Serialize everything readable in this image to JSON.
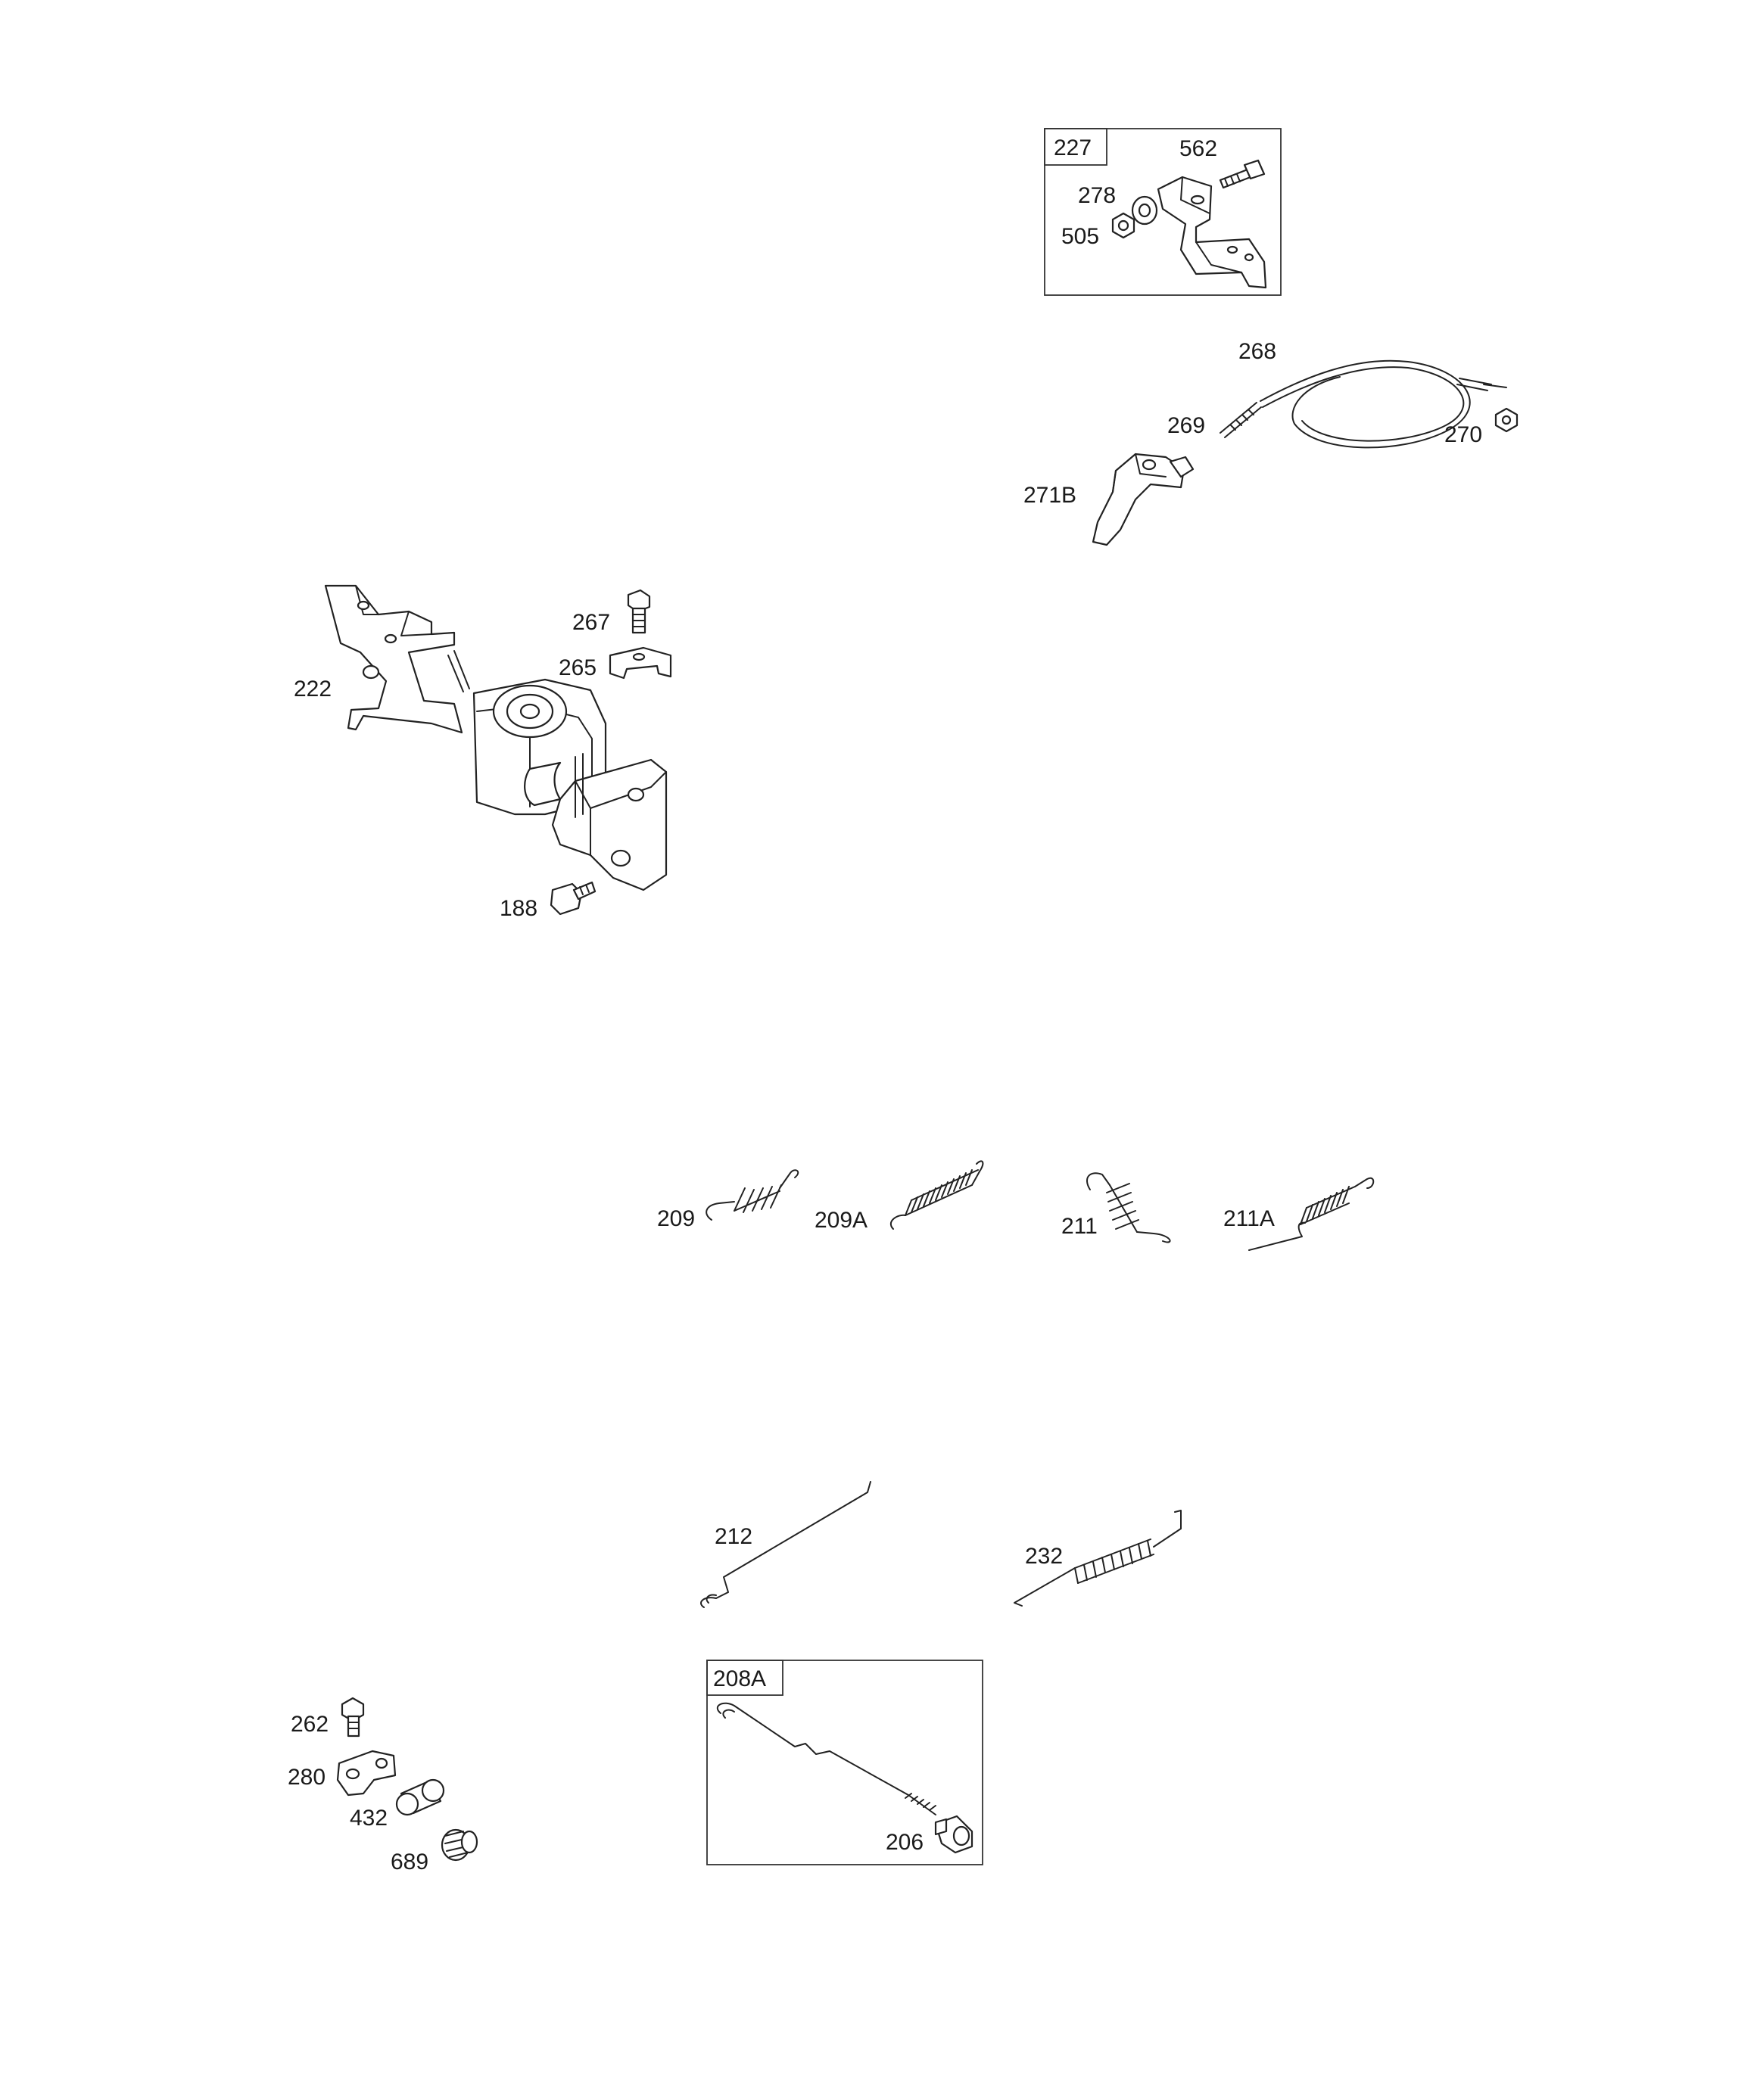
{
  "parts": {
    "p227": "227",
    "p562": "562",
    "p278": "278",
    "p505": "505",
    "p268": "268",
    "p269": "269",
    "p270": "270",
    "p271B": "271B",
    "p267": "267",
    "p265": "265",
    "p222": "222",
    "p188": "188",
    "p209": "209",
    "p209A": "209A",
    "p211": "211",
    "p211A": "211A",
    "p212": "212",
    "p232": "232",
    "p262": "262",
    "p280": "280",
    "p432": "432",
    "p689": "689",
    "p208A": "208A",
    "p206": "206"
  }
}
